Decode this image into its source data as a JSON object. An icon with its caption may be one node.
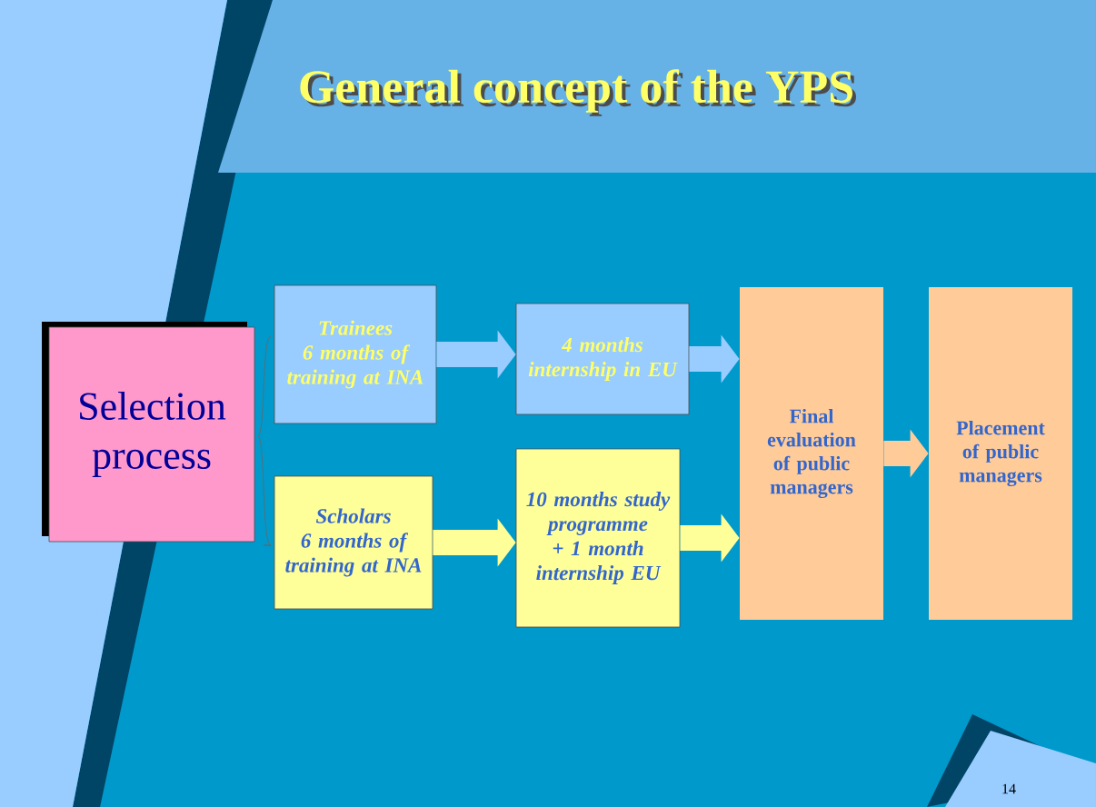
{
  "diagram": {
    "title": "General concept of the YPS",
    "nodes": [
      {
        "text": [
          "Selection process"
        ]
      },
      {
        "text": [
          "Trainees",
          "6 months of training at INA"
        ]
      },
      {
        "text": [
          "4 months internship in EU"
        ]
      },
      {
        "text": [
          "Scholars",
          "6 months of training at INA"
        ]
      },
      {
        "text": [
          "10 months study programme + 1 month internship EU"
        ]
      },
      {
        "text": [
          "Final evaluation of public managers"
        ]
      },
      {
        "text": [
          "Placement of public managers"
        ]
      }
    ],
    "edges": [
      {
        "from": 1,
        "to": 2,
        "arrow": "to",
        "color": "#99ccff"
      },
      {
        "from": 2,
        "to": 5,
        "arrow": "to",
        "color": "#99ccff"
      },
      {
        "from": 3,
        "to": 4,
        "arrow": "to",
        "color": "#ffff99"
      },
      {
        "from": 4,
        "to": 5,
        "arrow": "to",
        "color": "#ffff99"
      },
      {
        "from": 5,
        "to": 6,
        "arrow": "to",
        "color": "#ffcc99"
      }
    ],
    "labels": [
      "14"
    ]
  }
}
